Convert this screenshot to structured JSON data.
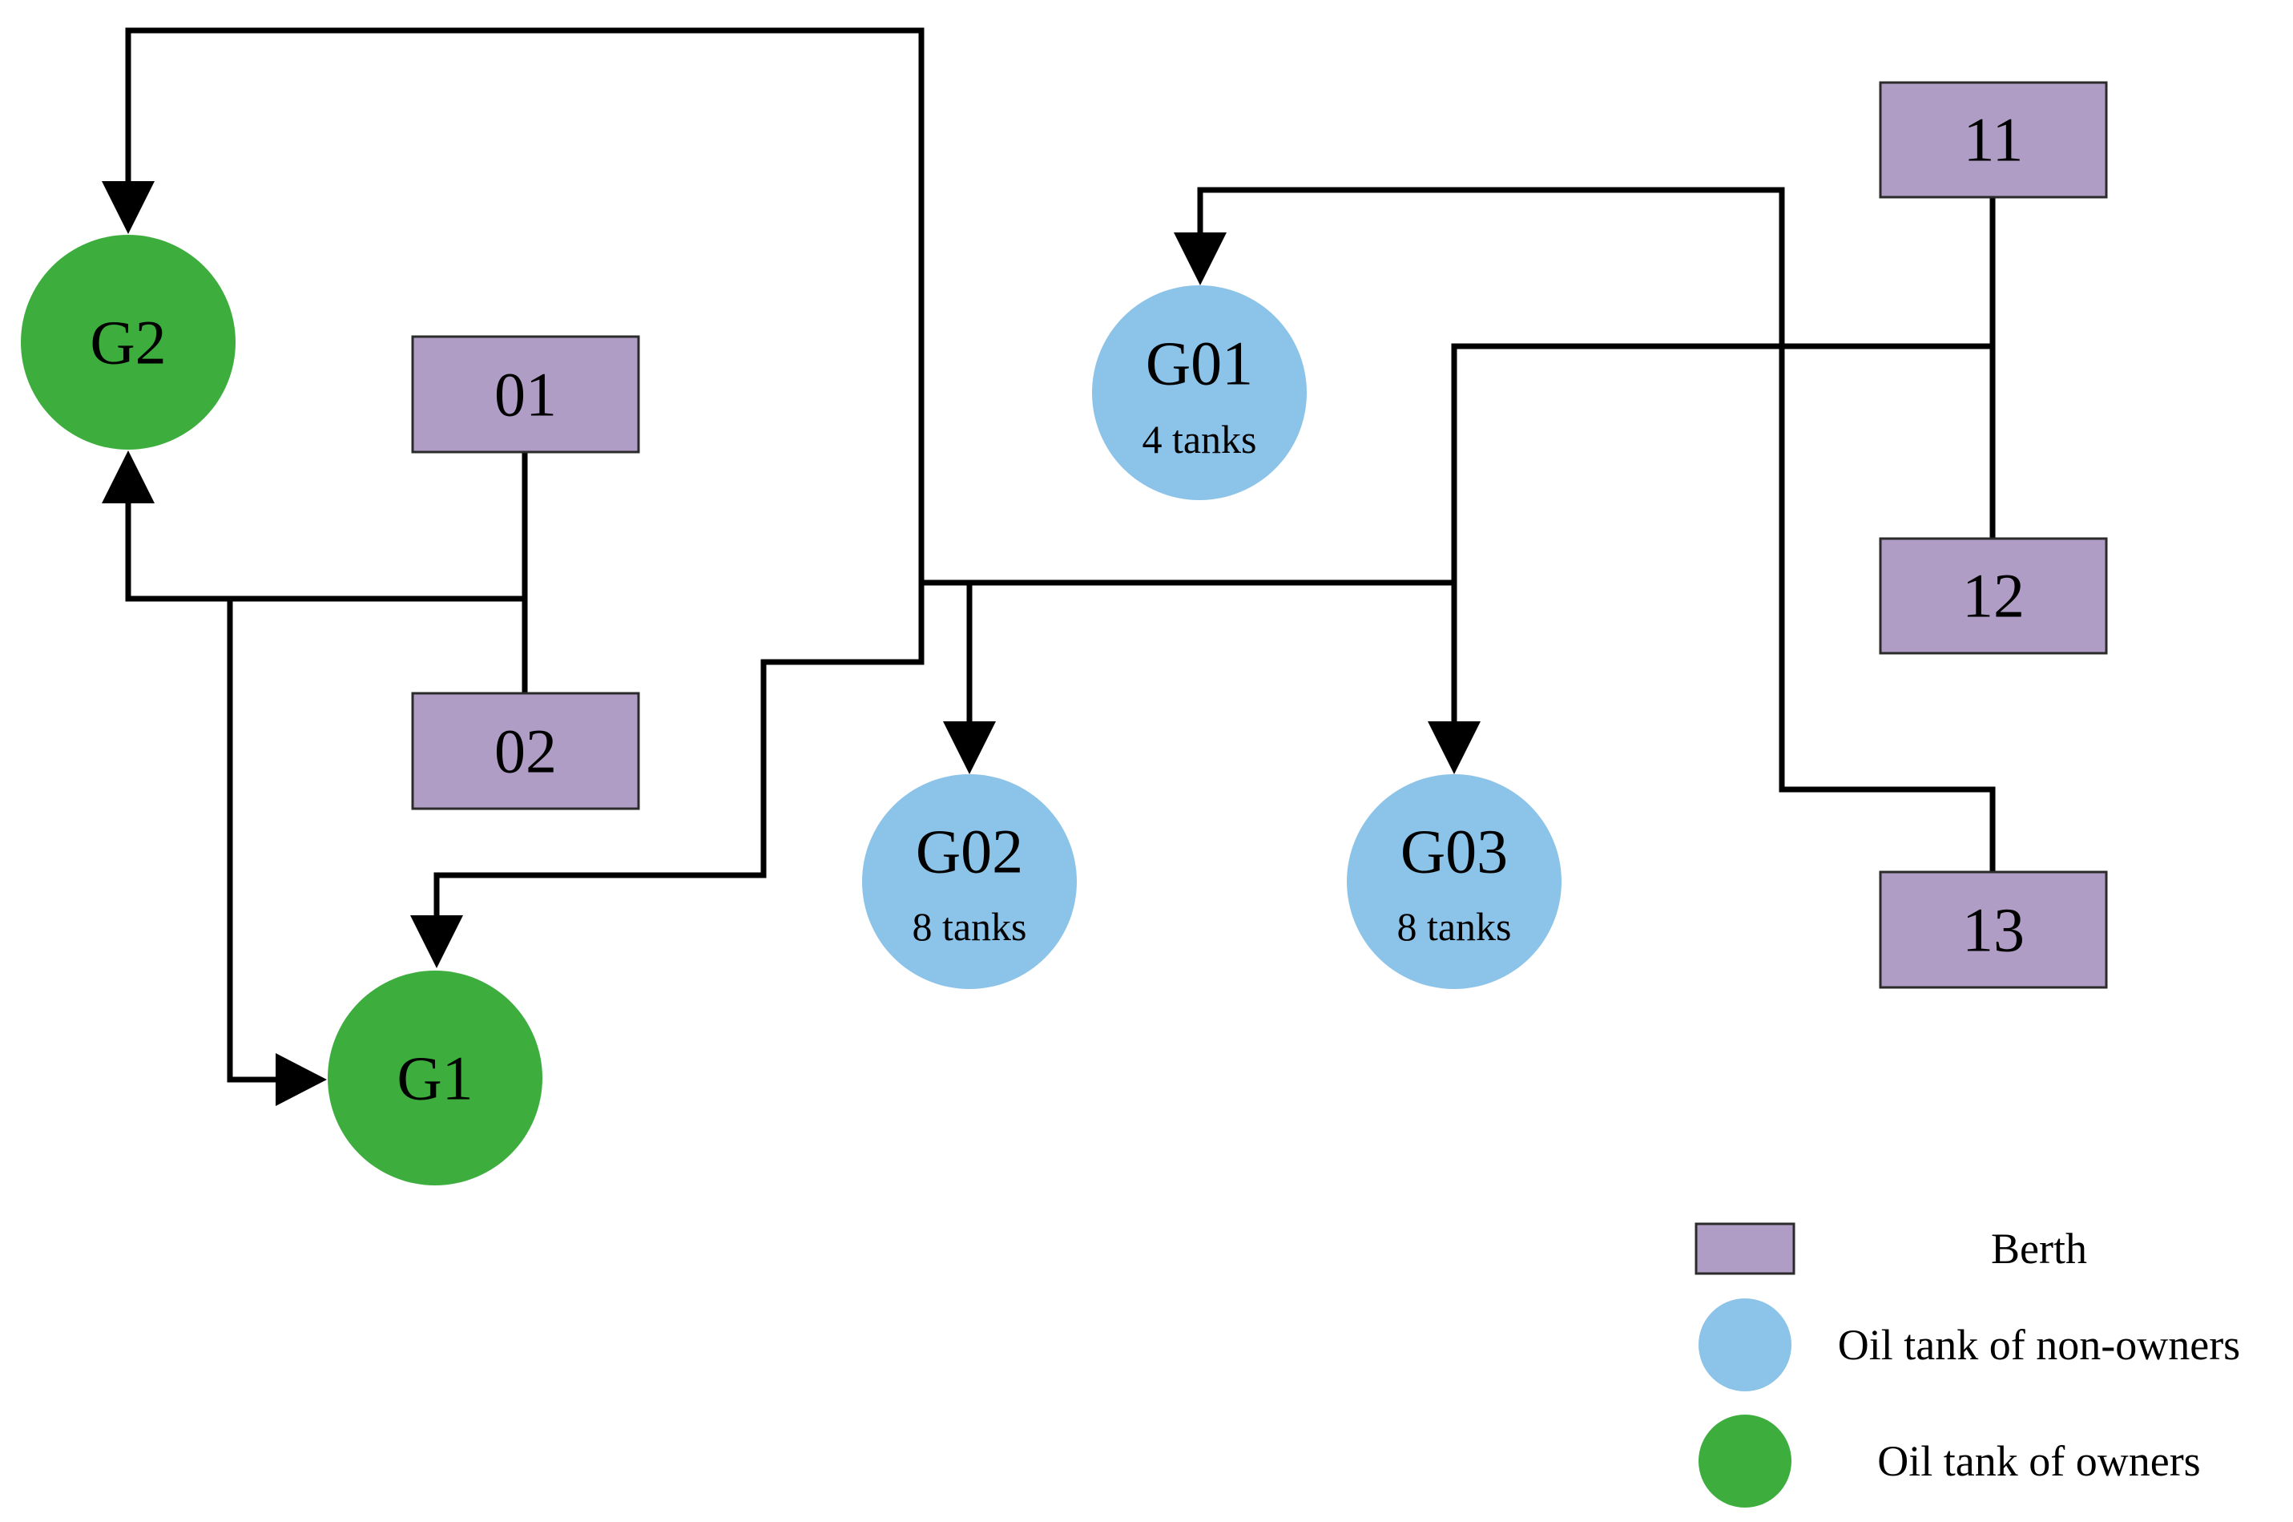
{
  "colors": {
    "berth": "#b09dc6",
    "non_owner_tank": "#8cc3e8",
    "owner_tank": "#3dae3d",
    "line": "#000000"
  },
  "berths": [
    {
      "id": "b01",
      "label": "01"
    },
    {
      "id": "b02",
      "label": "02"
    },
    {
      "id": "b11",
      "label": "11"
    },
    {
      "id": "b12",
      "label": "12"
    },
    {
      "id": "b13",
      "label": "13"
    }
  ],
  "tanks": [
    {
      "id": "G2",
      "label": "G2",
      "sub": "",
      "kind": "owner"
    },
    {
      "id": "G1",
      "label": "G1",
      "sub": "",
      "kind": "owner"
    },
    {
      "id": "G01",
      "label": "G01",
      "sub": "4 tanks",
      "kind": "non_owner"
    },
    {
      "id": "G02",
      "label": "G02",
      "sub": "8 tanks",
      "kind": "non_owner"
    },
    {
      "id": "G03",
      "label": "G03",
      "sub": "8 tanks",
      "kind": "non_owner"
    }
  ],
  "legend": {
    "berth": "Berth",
    "non_owner": "Oil tank of non-owners",
    "owner": "Oil tank of owners"
  }
}
